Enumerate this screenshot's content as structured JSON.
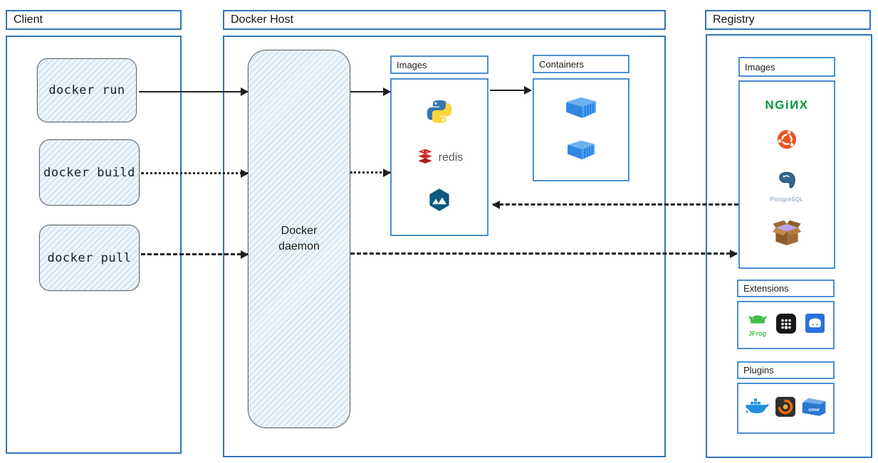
{
  "client": {
    "title": "Client",
    "commands": [
      {
        "label": "docker run",
        "line_style": "solid"
      },
      {
        "label": "docker build",
        "line_style": "dotted"
      },
      {
        "label": "docker pull",
        "line_style": "dashed"
      }
    ]
  },
  "docker_host": {
    "title": "Docker Host",
    "daemon_label": "Docker daemon",
    "images": {
      "title": "Images",
      "redis_label": "redis",
      "icons": [
        "python-logo",
        "redis-logo",
        "alpine-logo"
      ]
    },
    "containers": {
      "title": "Containers",
      "container_count": 2,
      "icons": [
        "container-3d",
        "container-3d"
      ]
    }
  },
  "registry": {
    "title": "Registry",
    "images": {
      "title": "Images",
      "nginx_label": "NGiИX",
      "postgresql_label": "PostgreSQL",
      "icons": [
        "nginx-wordmark",
        "ubuntu-logo",
        "postgresql-logo",
        "package-box"
      ]
    },
    "extensions": {
      "title": "Extensions",
      "jfrog_label": "JFrog",
      "icons": [
        "jfrog-logo",
        "grid-app-icon",
        "drive-app-icon"
      ]
    },
    "plugins": {
      "title": "Plugins",
      "vmware_label": "vmw",
      "icons": [
        "docker-whale-logo",
        "grafana-logo",
        "vmware-logo"
      ]
    }
  },
  "connections": [
    {
      "from": "docker run",
      "to": "Docker daemon",
      "line": "solid"
    },
    {
      "from": "Docker daemon",
      "to": "Host Images",
      "line": "solid"
    },
    {
      "from": "Host Images",
      "to": "Containers",
      "line": "solid"
    },
    {
      "from": "docker build",
      "to": "Docker daemon",
      "line": "dotted"
    },
    {
      "from": "Docker daemon",
      "to": "Host Images",
      "line": "dotted"
    },
    {
      "from": "docker pull",
      "to": "Docker daemon",
      "line": "dashed"
    },
    {
      "from": "Docker daemon",
      "to": "Registry Images",
      "line": "dashed"
    },
    {
      "from": "Registry Images",
      "to": "Host Images",
      "line": "dashed"
    }
  ],
  "colors": {
    "frame_blue": "#2E75B6",
    "inner_blue": "#4a8fd3",
    "sketch_fill": "#eef5fb",
    "sketch_border": "#63676c",
    "arrow_black": "#1f1f1f",
    "nginx_green": "#009639",
    "redis_red": "#c6302b",
    "ubuntu_orange": "#E95420",
    "python_blue": "#3776ab",
    "python_yellow": "#ffd43b",
    "postgres_blue": "#336791",
    "jfrog_green": "#40be46",
    "docker_blue": "#1d8fe1",
    "grafana_orange": "#f46800",
    "vmware_blue": "#2a79d0",
    "container_blue": "#2f87e0"
  }
}
